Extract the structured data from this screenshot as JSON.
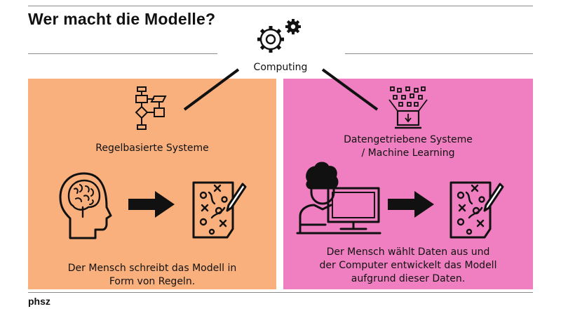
{
  "header": {
    "title": "Wer macht die Modelle?"
  },
  "computing": {
    "label": "Computing",
    "icon": "gears-icon"
  },
  "left_panel": {
    "color": "#f9b07c",
    "system_label": "Regelbasierte Systeme",
    "description_line1": "Der Mensch schreibt das Modell in",
    "description_line2": "Form von Regeln.",
    "icons": [
      "flowchart-icon",
      "brain-head-icon",
      "arrow-right-icon",
      "strategy-plan-icon"
    ]
  },
  "right_panel": {
    "color": "#ef7fc0",
    "system_label_line1": "Datengetriebene Systeme",
    "system_label_line2": "/ Machine Learning",
    "description_line1": "Der Mensch wählt Daten aus und",
    "description_line2": "der Computer entwickelt das Modell",
    "description_line3": "aufgrund dieser Daten.",
    "icons": [
      "data-funnel-laptop-icon",
      "person-computer-icon",
      "arrow-right-icon",
      "strategy-plan-icon"
    ]
  },
  "footer": {
    "brand": "phsz"
  }
}
